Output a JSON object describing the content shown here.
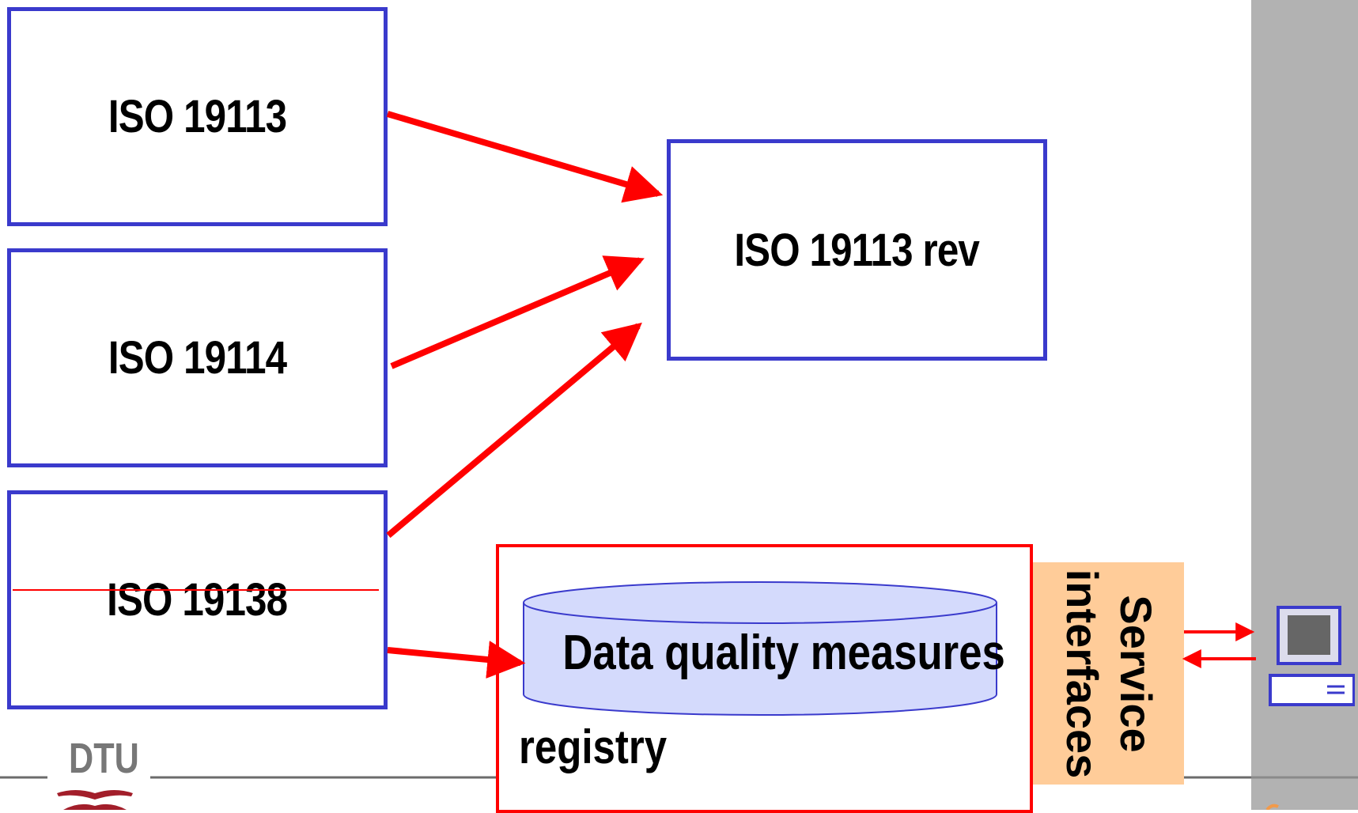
{
  "diagram": {
    "boxes": {
      "iso19113": "ISO 19113",
      "iso19114": "ISO 19114",
      "iso19138": "ISO 19138",
      "iso19113_rev": "ISO 19113 rev"
    },
    "registry": {
      "label": "registry",
      "database_label": "Data quality measures"
    },
    "service_interfaces": [
      "Service",
      "interfaces"
    ],
    "logo_text": "DTU",
    "colors": {
      "box_border": "#3a3acc",
      "arrow": "#ff0000",
      "cylinder_fill": "#d4dafc",
      "service_fill": "#ffcc99",
      "sidebar": "#b2b2b2"
    },
    "icons": [
      "computer-icon",
      "dtu-logo-icon"
    ]
  }
}
